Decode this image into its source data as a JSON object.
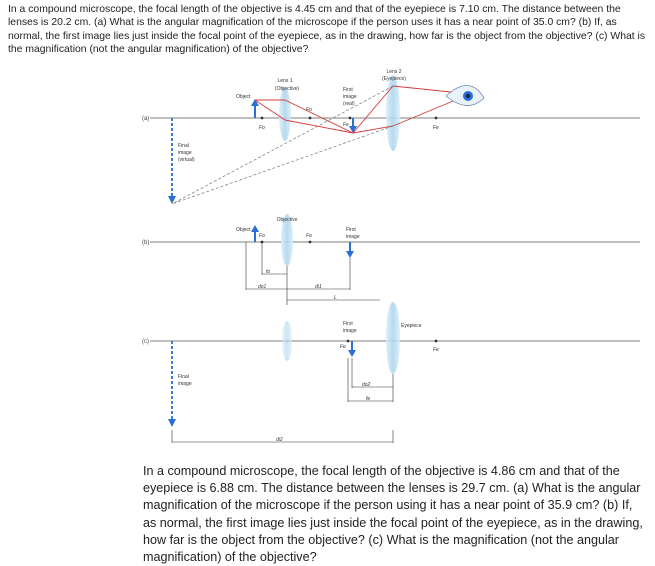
{
  "question_top": "In a compound microscope, the focal length of the objective is 4.45 cm and that of the eyepiece is 7.10 cm. The distance between the lenses is 20.2 cm. (a) What is the angular magnification of the microscope if the person uses it has a near point of 35.0 cm? (b) If, as normal, the first image lies just inside the focal point of the eyepiece, as in the drawing, how far is the object from the objective? (c) What is the magnification (not the angular magnification) of the objective?",
  "figure": {
    "part_a": {
      "tag": "(a)",
      "lens1_line1": "Lens 1",
      "lens1_line2": "(Objective)",
      "lens2_line1": "Lens 2",
      "lens2_line2": "(Eyepiece)",
      "object": "Object",
      "first_image_line1": "First",
      "first_image_line2": "image",
      "first_image_line3": "(real)",
      "final_image_line1": "Final",
      "final_image_line2": "image",
      "final_image_line3": "(virtual)",
      "fo_left": "Fo",
      "fo_right": "Fo",
      "fe_left": "Fe",
      "fe_right": "Fe"
    },
    "part_b": {
      "tag": "(b)",
      "objective": "Objective",
      "object": "Object",
      "first_image_line1": "First",
      "first_image_line2": "image",
      "fo_left": "Fo",
      "fo_right": "Fo",
      "dim_fo": "fo",
      "dim_do1": "do1",
      "dim_di1": "di1",
      "dim_L": "L"
    },
    "part_c": {
      "tag": "(c)",
      "first_image_line1": "First",
      "first_image_line2": "image",
      "eyepiece": "Eyepiece",
      "final_image_line1": "Final",
      "final_image_line2": "image",
      "fe_left": "Fe",
      "fe_right": "Fe",
      "dim_do2": "do2",
      "dim_fe": "fe",
      "dim_di2": "di2"
    }
  },
  "question_bottom": "In a compound microscope, the focal length of the objective is 4.86 cm and that of the eyepiece is 6.88 cm. The distance between the lenses is 29.7 cm. (a) What is the angular magnification of the microscope if the person using it has a near point of 35.9 cm? (b) If, as normal, the first image lies just inside the focal point of the eyepiece, as in the drawing, how far is the object from the objective? (c) What is the magnification (not the angular magnification) of the objective?",
  "colors": {
    "lens": "#bfe0f0",
    "ray": "#d83a3a",
    "arrow": "#2a6fd8",
    "axis": "#555555"
  }
}
